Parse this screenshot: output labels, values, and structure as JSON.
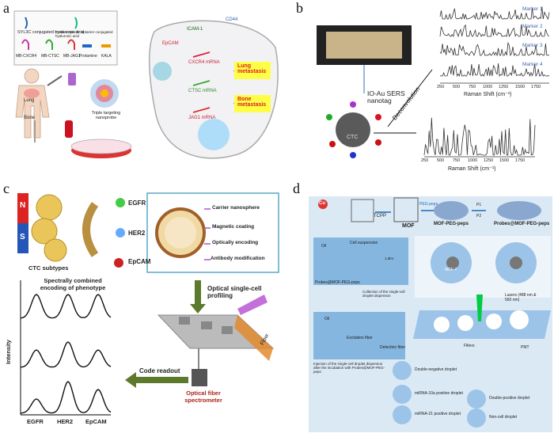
{
  "panels": {
    "a": {
      "label": "a",
      "legend": {
        "syl3c": "SYL3C conjugated hyaluronic acid",
        "icam": "ICAM-1 specific aptamer conjugated hyaluronic acid",
        "mb_cxcr4": "MB-CXCR4",
        "mb_ctsc": "MB-CTSC",
        "mb_jag1": "MB-JAG1",
        "protamine": "Protamine",
        "kala": "KALA"
      },
      "body_labels": {
        "lung": "Lung",
        "bone": "Bone"
      },
      "nanoprobe": "Triple targeting nanoprobe",
      "cell": {
        "icam1": "ICAM-1",
        "cd44": "CD44",
        "epcam": "EpCAM",
        "cxcr4": "CXCR4 mRNA",
        "ctsc": "CTSC mRNA",
        "jag1": "JAG1 mRNA",
        "lung_met": "Lung metastasis",
        "bone_met": "Bone metastasis"
      }
    },
    "b": {
      "label": "b",
      "nanotag": "IO-Au SERS nanotag",
      "ctc": "CTC",
      "deconvolution": "Deconvolution",
      "markers": [
        "Marker 1",
        "Marker 2",
        "Marker 3",
        "Marker 4"
      ],
      "axis_label": "Raman Shift (cm⁻¹)",
      "ticks": [
        "250",
        "500",
        "750",
        "1000",
        "1250",
        "1500",
        "1750"
      ]
    },
    "c": {
      "label": "c",
      "magnet_n": "N",
      "magnet_s": "S",
      "subtypes": "CTC subtypes",
      "egfr": "EGFR",
      "her2": "HER2",
      "epcam": "EpCAM",
      "layers": [
        "Carrier nanosphere",
        "Magnetic coating",
        "Optically encoding",
        "Antibody modification"
      ],
      "profiling": "Optical single-cell profiling",
      "spectra_title": "Spectrally combined encoding of phenotype",
      "ylabel": "Intensity",
      "xlabels": [
        "EGFR",
        "HER2",
        "EpCAM"
      ],
      "flow": "Flow",
      "code": "Code readout",
      "spectrometer": "Optical fiber spectrometer"
    },
    "d": {
      "label": "d",
      "cu": "Cu",
      "tcpp": "TCPP",
      "mof": "MOF",
      "peg_peps": "PEG-peps",
      "mof_peg_peps": "MOF-PEG-peps",
      "p1": "P1",
      "p2": "P2",
      "probes": "Probes@MOF-PEG-peps",
      "oil": "Oil",
      "cell_suspension": "Cell suspension",
      "kv": "1.6kV",
      "probes2": "Probes@MOF-PEG-peps",
      "collection": "Collection of the single-cell droplet dispersion",
      "mcf7": "MCF-7",
      "oil2": "Oil",
      "excitation": "Excitation fiber",
      "detection": "Detection fiber",
      "injection": "Injection of the single-cell droplet dispersion after the incubation with Probes@MOF-PEG-peps",
      "lasers": "Lasers (488 nm & 560 nm)",
      "filters": "Filters",
      "pmt": "PMT",
      "droplets": [
        "Double-negative droplet",
        "miRNA-10a positive droplet",
        "Double-positive droplet",
        "miRNA-21 positive droplet",
        "Non-cell droplet"
      ]
    }
  }
}
